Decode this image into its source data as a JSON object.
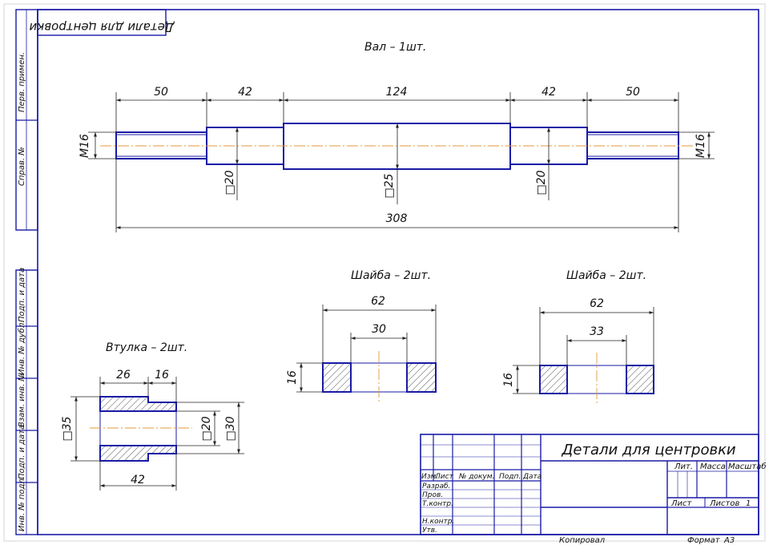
{
  "sheet": {
    "top_label": "Детали для центровки",
    "side_labels": [
      "Перв. примен.",
      "Справ. №",
      "Подп. и дата",
      "Инв. № дубл.",
      "Взам. инв. №",
      "Подп. и дата",
      "Инв. № подл."
    ]
  },
  "shaft": {
    "title": "Вал – 1шт.",
    "segments": [
      50,
      42,
      124,
      42,
      50
    ],
    "overall": "308",
    "thread_left": "М16",
    "thread_right": "М16",
    "squares": [
      "□20",
      "□25",
      "□20"
    ]
  },
  "bushing": {
    "title": "Втулка – 2шт.",
    "dim_top_1": "26",
    "dim_top_2": "16",
    "dim_bottom": "42",
    "dim_left": "□35",
    "dim_inner": "□20",
    "dim_outer": "□30"
  },
  "washer1": {
    "title": "Шайба – 2шт.",
    "overall": "62",
    "inner": "30",
    "thickness": "16"
  },
  "washer2": {
    "title": "Шайба – 2шт.",
    "overall": "62",
    "inner": "33",
    "thickness": "16"
  },
  "titleblock": {
    "name": "Детали для центровки",
    "headers": [
      "Изм.",
      "Лист",
      "№ докум.",
      "Подп.",
      "Дата"
    ],
    "roles": [
      "Разраб.",
      "Пров.",
      "Т.контр.",
      "Н.контр.",
      "Утв."
    ],
    "lit": "Лит.",
    "mass": "Масса",
    "scale": "Масштаб",
    "sheet": "Лист",
    "sheets": "Листов",
    "sheets_count": "1",
    "copied": "Копировал",
    "format": "Формат",
    "format_value": "А3"
  }
}
